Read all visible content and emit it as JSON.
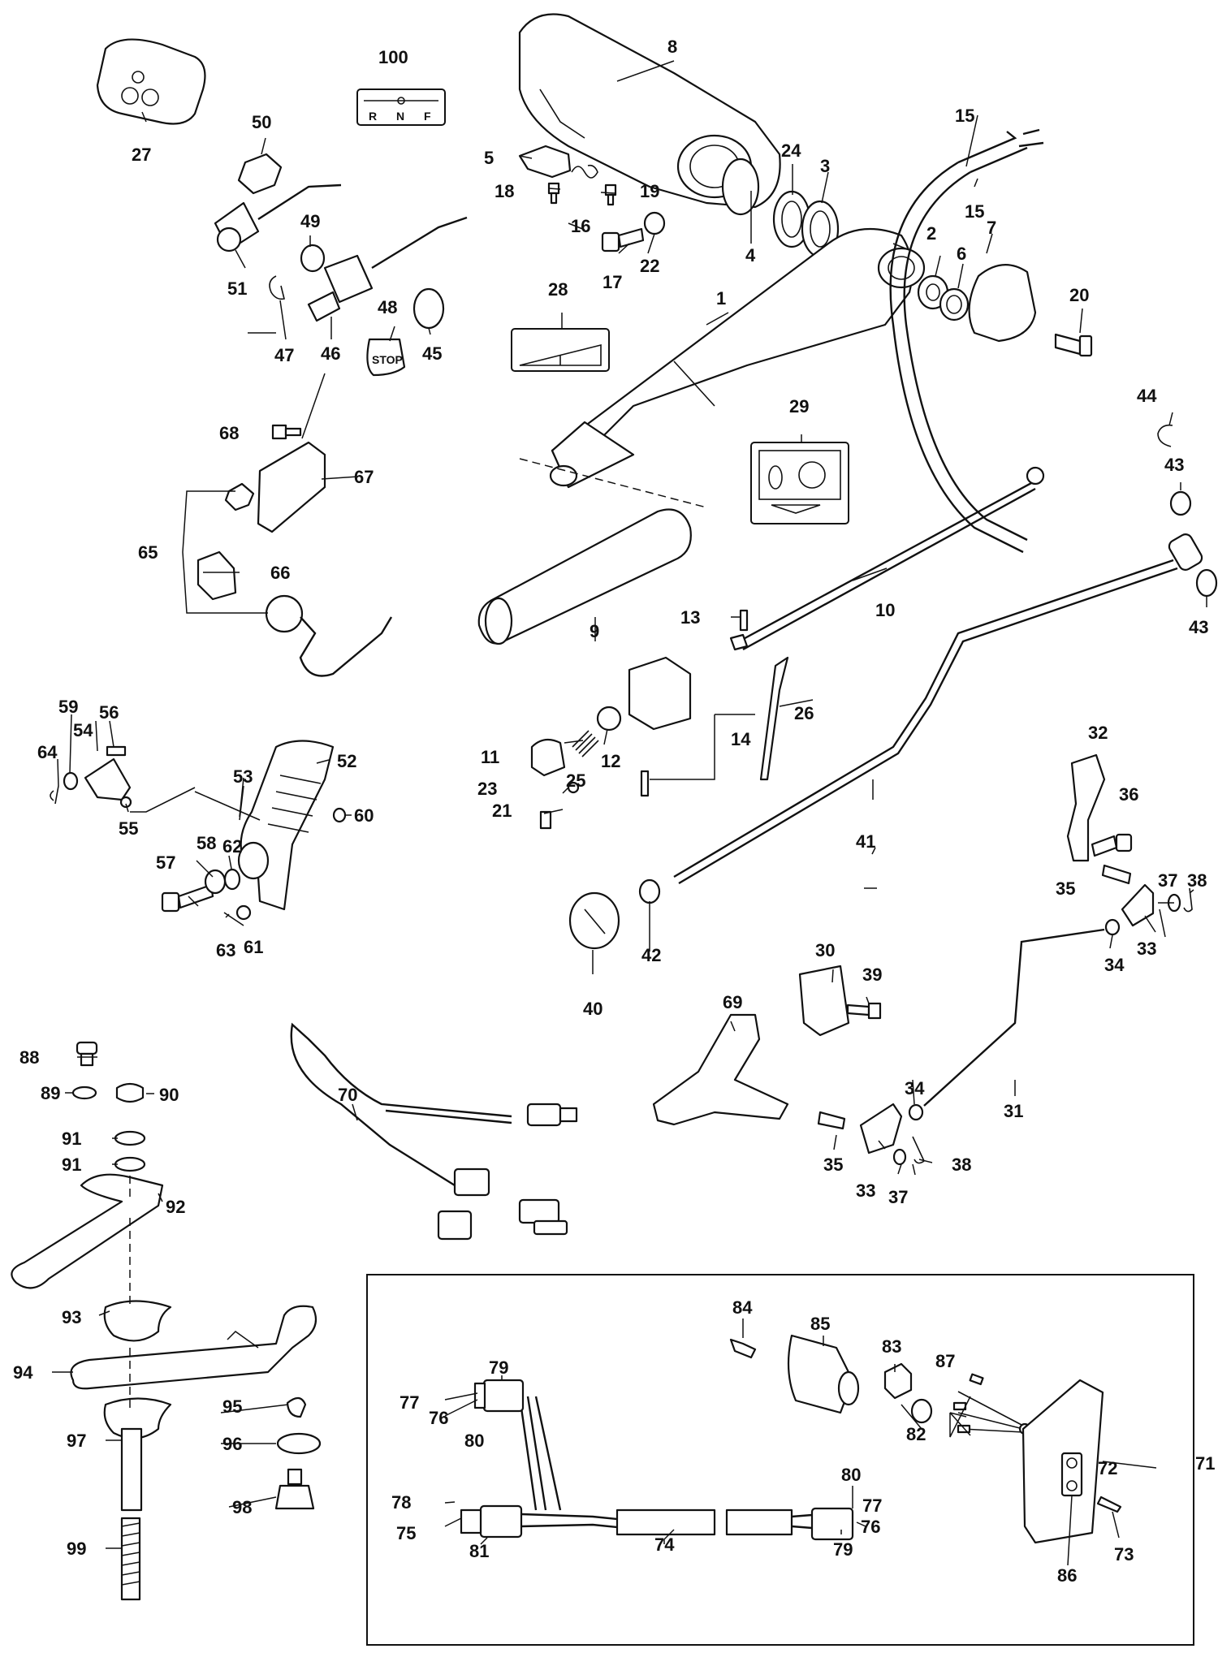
{
  "decal_100": [
    "R",
    "N",
    "F"
  ],
  "decal_48": "STOP",
  "parts": [
    {
      "label": "1"
    },
    {
      "label": "2"
    },
    {
      "label": "3"
    },
    {
      "label": "4"
    },
    {
      "label": "5"
    },
    {
      "label": "6"
    },
    {
      "label": "7"
    },
    {
      "label": "8"
    },
    {
      "label": "9"
    },
    {
      "label": "10"
    },
    {
      "label": "11"
    },
    {
      "label": "12"
    },
    {
      "label": "13"
    },
    {
      "label": "14"
    },
    {
      "label": "15"
    },
    {
      "label": "15"
    },
    {
      "label": "16"
    },
    {
      "label": "17"
    },
    {
      "label": "18"
    },
    {
      "label": "19"
    },
    {
      "label": "20"
    },
    {
      "label": "21"
    },
    {
      "label": "22"
    },
    {
      "label": "23"
    },
    {
      "label": "24"
    },
    {
      "label": "25"
    },
    {
      "label": "26"
    },
    {
      "label": "27"
    },
    {
      "label": "28"
    },
    {
      "label": "29"
    },
    {
      "label": "30"
    },
    {
      "label": "31"
    },
    {
      "label": "32"
    },
    {
      "label": "33"
    },
    {
      "label": "33"
    },
    {
      "label": "34"
    },
    {
      "label": "34"
    },
    {
      "label": "35"
    },
    {
      "label": "35"
    },
    {
      "label": "36"
    },
    {
      "label": "37"
    },
    {
      "label": "37"
    },
    {
      "label": "38"
    },
    {
      "label": "38"
    },
    {
      "label": "39"
    },
    {
      "label": "40"
    },
    {
      "label": "41"
    },
    {
      "label": "42"
    },
    {
      "label": "43"
    },
    {
      "label": "43"
    },
    {
      "label": "44"
    },
    {
      "label": "45"
    },
    {
      "label": "46"
    },
    {
      "label": "47"
    },
    {
      "label": "48"
    },
    {
      "label": "49"
    },
    {
      "label": "50"
    },
    {
      "label": "51"
    },
    {
      "label": "52"
    },
    {
      "label": "53"
    },
    {
      "label": "54"
    },
    {
      "label": "55"
    },
    {
      "label": "56"
    },
    {
      "label": "57"
    },
    {
      "label": "58"
    },
    {
      "label": "59"
    },
    {
      "label": "60"
    },
    {
      "label": "61"
    },
    {
      "label": "62"
    },
    {
      "label": "63"
    },
    {
      "label": "64"
    },
    {
      "label": "65"
    },
    {
      "label": "66"
    },
    {
      "label": "67"
    },
    {
      "label": "68"
    },
    {
      "label": "69"
    },
    {
      "label": "70"
    },
    {
      "label": "71"
    },
    {
      "label": "72"
    },
    {
      "label": "73"
    },
    {
      "label": "74"
    },
    {
      "label": "75"
    },
    {
      "label": "76"
    },
    {
      "label": "76"
    },
    {
      "label": "77"
    },
    {
      "label": "77"
    },
    {
      "label": "78"
    },
    {
      "label": "79"
    },
    {
      "label": "79"
    },
    {
      "label": "80"
    },
    {
      "label": "80"
    },
    {
      "label": "81"
    },
    {
      "label": "82"
    },
    {
      "label": "83"
    },
    {
      "label": "84"
    },
    {
      "label": "85"
    },
    {
      "label": "86"
    },
    {
      "label": "87"
    },
    {
      "label": "88"
    },
    {
      "label": "89"
    },
    {
      "label": "90"
    },
    {
      "label": "91"
    },
    {
      "label": "91"
    },
    {
      "label": "92"
    },
    {
      "label": "93"
    },
    {
      "label": "94"
    },
    {
      "label": "95"
    },
    {
      "label": "96"
    },
    {
      "label": "97"
    },
    {
      "label": "98"
    },
    {
      "label": "99"
    },
    {
      "label": "100"
    }
  ]
}
